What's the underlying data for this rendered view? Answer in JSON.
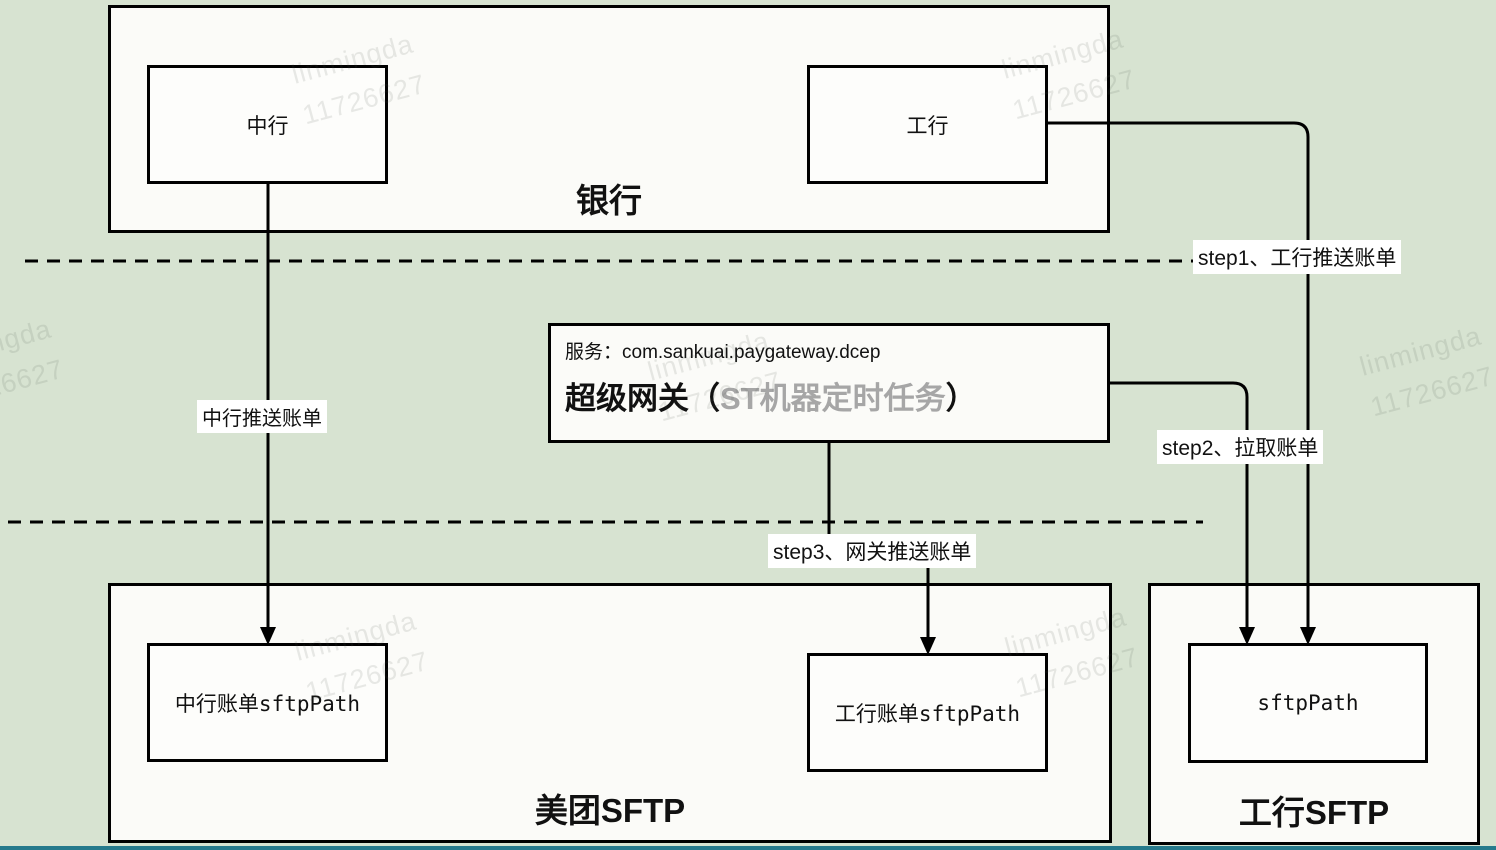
{
  "watermark": {
    "line1": "linmingda",
    "line2": "11726627"
  },
  "bank_group": {
    "label": "银行",
    "boc": "中行",
    "icbc": "工行"
  },
  "gateway": {
    "service": "服务：com.sankuai.paygateway.dcep",
    "title_main": "超级网关",
    "paren_open": "（",
    "title_sub": "ST机器定时任务",
    "paren_close": "）"
  },
  "meituan_sftp": {
    "label": "美团SFTP",
    "boc_bill": "中行账单sftpPath",
    "icbc_bill": "工行账单sftpPath"
  },
  "icbc_sftp": {
    "label": "工行SFTP",
    "path": "sftpPath"
  },
  "edges": {
    "step1": "step1、工行推送账单",
    "step2": "step2、拉取账单",
    "step3": "step3、网关推送账单",
    "boc_push": "中行推送账单"
  },
  "colors": {
    "background": "#d7e3d1",
    "box_fill": "#fbfbf8",
    "border": "#000000",
    "gray_text": "#a6a6a6",
    "watermark": "rgba(70,80,70,0.12)",
    "bottom_bar": "#267a8c"
  }
}
